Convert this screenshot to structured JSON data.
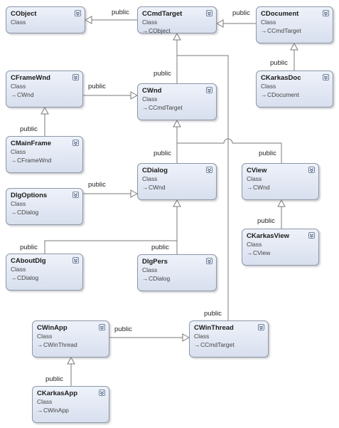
{
  "diagram": {
    "kind_label": "Class",
    "inheritance_label": "public",
    "classes": [
      {
        "id": "CObject",
        "name": "CObject",
        "base": ""
      },
      {
        "id": "CCmdTarget",
        "name": "CCmdTarget",
        "base": "CObject"
      },
      {
        "id": "CDocument",
        "name": "CDocument",
        "base": "CCmdTarget"
      },
      {
        "id": "CKarkasDoc",
        "name": "CKarkasDoc",
        "base": "CDocument"
      },
      {
        "id": "CFrameWnd",
        "name": "CFrameWnd",
        "base": "CWnd"
      },
      {
        "id": "CWnd",
        "name": "CWnd",
        "base": "CCmdTarget"
      },
      {
        "id": "CMainFrame",
        "name": "CMainFrame",
        "base": "CFrameWnd"
      },
      {
        "id": "DlgOptions",
        "name": "DlgOptions",
        "base": "CDialog"
      },
      {
        "id": "CDialog",
        "name": "CDialog",
        "base": "CWnd"
      },
      {
        "id": "CView",
        "name": "CView",
        "base": "CWnd"
      },
      {
        "id": "CKarkasView",
        "name": "CKarkasView",
        "base": "CView"
      },
      {
        "id": "CAboutDlg",
        "name": "CAboutDlg",
        "base": "CDialog"
      },
      {
        "id": "DlgPers",
        "name": "DlgPers",
        "base": "CDialog"
      },
      {
        "id": "CWinApp",
        "name": "CWinApp",
        "base": "CWinThread"
      },
      {
        "id": "CWinThread",
        "name": "CWinThread",
        "base": "CCmdTarget"
      },
      {
        "id": "CKarkasApp",
        "name": "CKarkasApp",
        "base": "CWinApp"
      }
    ]
  }
}
